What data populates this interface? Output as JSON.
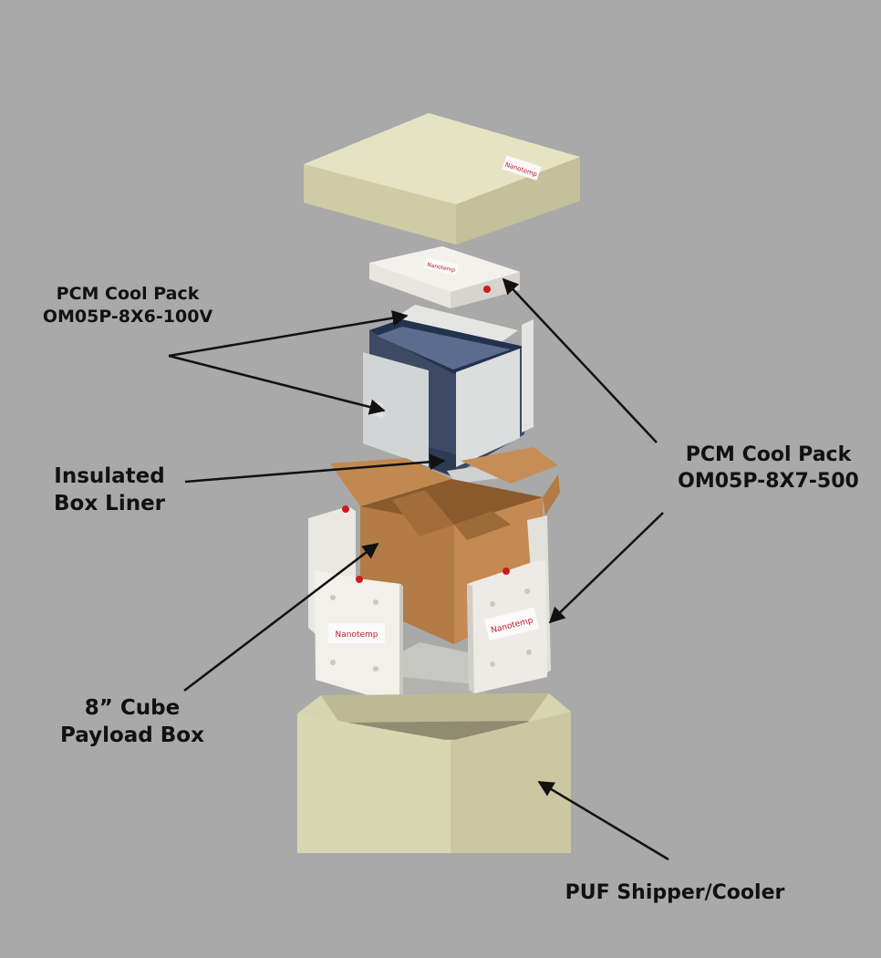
{
  "labels": {
    "cool_pack_small": {
      "line1": "PCM Cool Pack",
      "line2": "OM05P-8X6-100V"
    },
    "cool_pack_large": {
      "line1": "PCM Cool Pack",
      "line2": "OM05P-8X7-500"
    },
    "liner": {
      "line1": "Insulated",
      "line2": "Box Liner"
    },
    "payload": {
      "line1": "8” Cube",
      "line2": "Payload Box"
    },
    "shipper": {
      "line1": "PUF Shipper/Cooler"
    }
  },
  "brand_marks": [
    "Nanotemp",
    "Nanotemp",
    "Nanotemp",
    "Nanotemp"
  ],
  "colors": {
    "background": "#a9a9a9",
    "puf_foam": "#d9d6b2",
    "cool_pack_white": "#eeece6",
    "liner": "#d6d8d8",
    "cardboard": "#b27a45",
    "cap_red": "#d01a1a",
    "arrow": "#111111"
  }
}
